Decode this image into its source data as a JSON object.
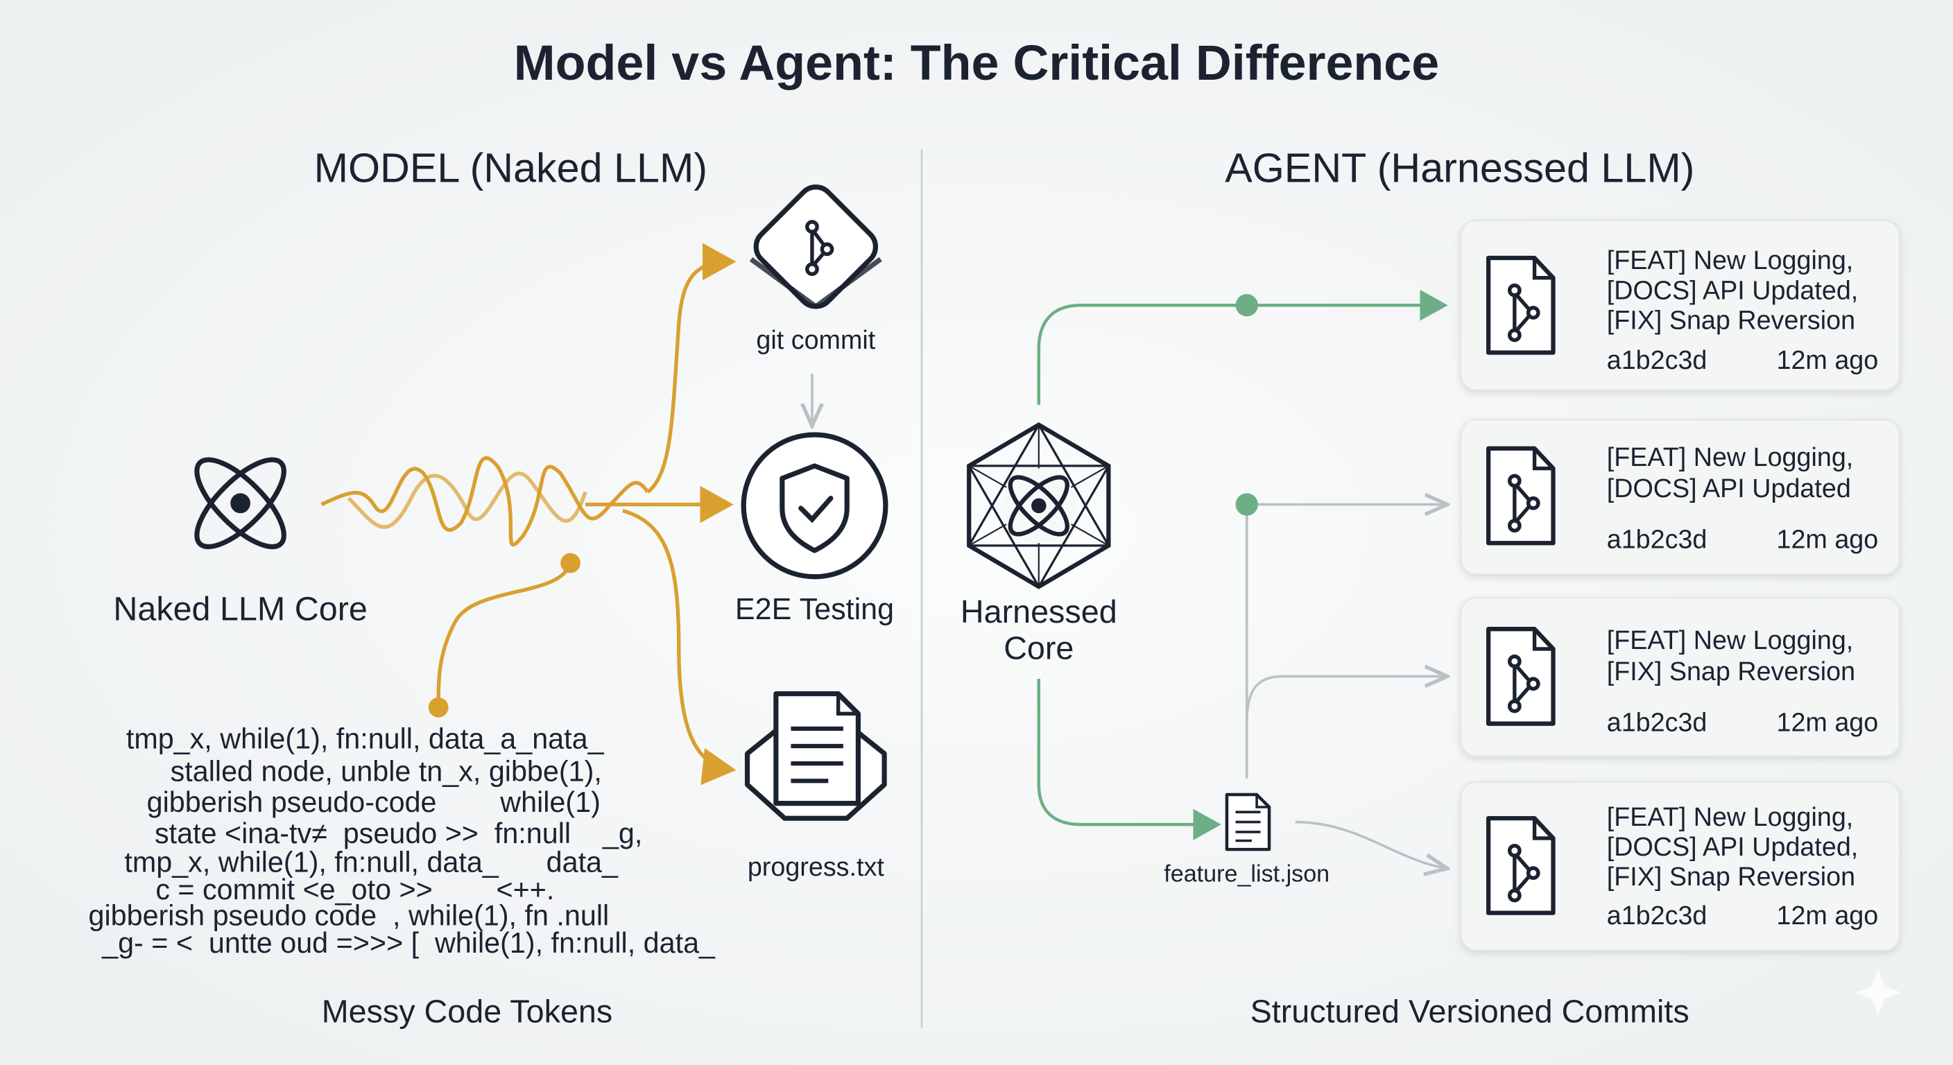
{
  "title": "Model vs Agent: The Critical Difference",
  "colors": {
    "orange": "#D9A030",
    "green": "#6DAE86",
    "gray": "#b8c2c4",
    "ink": "#1b2230"
  },
  "model": {
    "heading": "MODEL (Naked LLM)",
    "core_label": "Naked LLM Core",
    "targets": [
      {
        "label": "git commit",
        "icon": "git-branch-icon"
      },
      {
        "label": "E2E Testing",
        "icon": "shield-check-icon"
      },
      {
        "label": "progress.txt",
        "icon": "document-icon"
      }
    ],
    "messy_lines": [
      "tmp_x, while(1), fn:null, data_a_nata_",
      "stalled node, unble tn_x, gibbe(1),",
      "gibberish pseudo-code        while(1)",
      "state <ina-tv≠  pseudo >>  fn:null    _g,",
      "tmp_x, while(1), fn:null, data_      data_",
      "c = commit <e_oto >>        <++.",
      "gibberish pseudo code  , while(1), fn .null",
      "_g- = <  untte oud =>>> [  while(1), fn:null, data_"
    ],
    "caption": "Messy Code Tokens"
  },
  "agent": {
    "heading": "AGENT (Harnessed LLM)",
    "core_label_1": "Harnessed",
    "core_label_2": "Core",
    "feature_file": "feature_list.json",
    "commits": [
      {
        "lines": [
          "[FEAT] New Logging,",
          "[DOCS] API Updated,",
          "[FIX] Snap Reversion"
        ],
        "hash": "a1b2c3d",
        "time": "12m ago"
      },
      {
        "lines": [
          "[FEAT] New Logging,",
          "[DOCS] API Updated"
        ],
        "hash": "a1b2c3d",
        "time": "12m ago"
      },
      {
        "lines": [
          "[FEAT] New Logging,",
          "[FIX] Snap Reversion"
        ],
        "hash": "a1b2c3d",
        "time": "12m ago"
      },
      {
        "lines": [
          "[FEAT] New Logging,",
          "[DOCS] API Updated,",
          "[FIX] Snap Reversion"
        ],
        "hash": "a1b2c3d",
        "time": "12m ago"
      }
    ],
    "caption": "Structured Versioned Commits"
  }
}
